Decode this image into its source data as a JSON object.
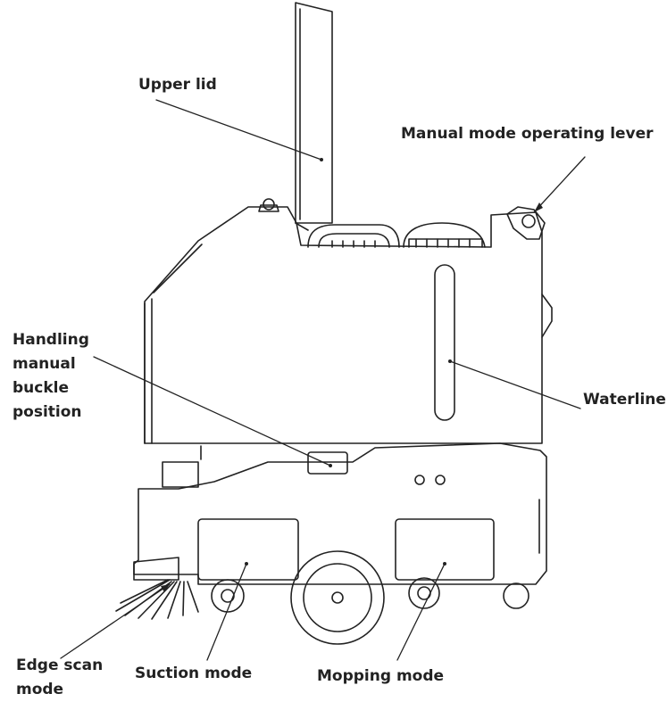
{
  "diagram": {
    "labels": {
      "upper_lid": "Upper lid",
      "manual_lever": "Manual mode operating lever",
      "handling_buckle": "Handling\nmanual\nbuckle\nposition",
      "waterline": "Waterline",
      "edge_scan": "Edge scan\nmode",
      "suction": "Suction mode",
      "mopping": "Mopping mode"
    },
    "colors": {
      "line": "#222222",
      "background": "#ffffff"
    }
  }
}
